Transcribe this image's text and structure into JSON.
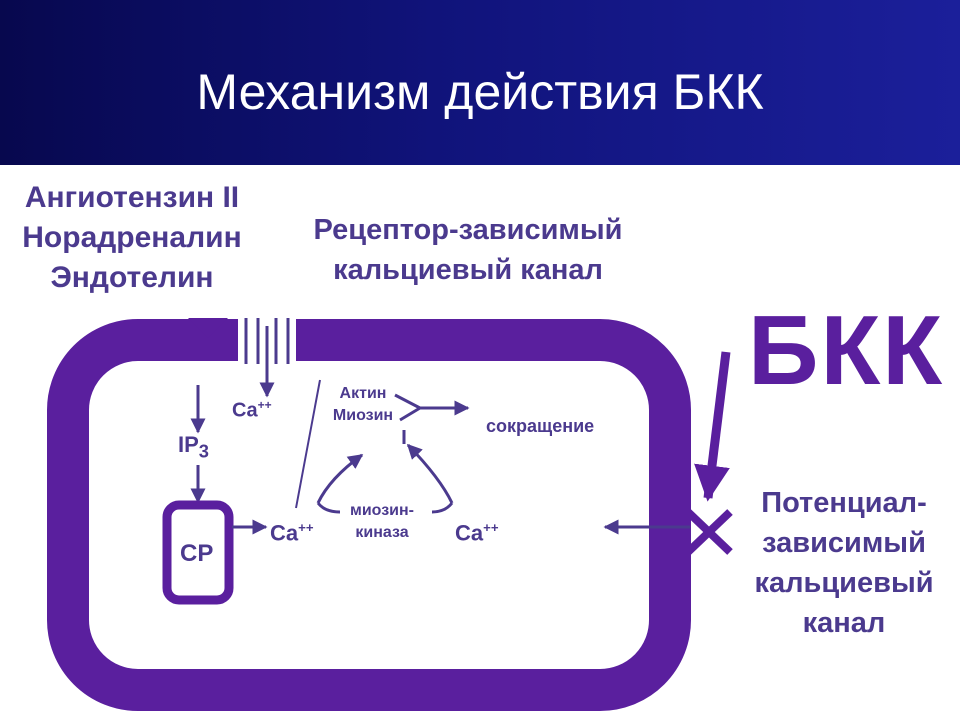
{
  "title": "Механизм действия БКК",
  "agonists": [
    "Ангиотензин II",
    "Норадреналин",
    "Эндотелин"
  ],
  "receptor_channel": [
    "Рецептор-зависимый",
    "кальциевый канал"
  ],
  "drug_label": "БКК",
  "voltage_channel": [
    "Потенциал-",
    "зависимый",
    "кальциевый",
    "канал"
  ],
  "cell": {
    "ca_receptor": "Ca",
    "ca_receptor_sup": "++",
    "ip3": "IP",
    "ip3_sub": "3",
    "sr": "CP",
    "ca_sr": "Ca",
    "ca_sr_sup": "++",
    "ca_voltage": "Ca",
    "ca_voltage_sup": "++",
    "actin": "Актин",
    "myosin": "Миозин",
    "contraction": "сокращение",
    "mlck_line1": "миозин-",
    "mlck_line2": "киназа"
  },
  "colors": {
    "header": "#10137a",
    "cell_wall": "#5a1f9e",
    "text": "#4b3a8e"
  }
}
